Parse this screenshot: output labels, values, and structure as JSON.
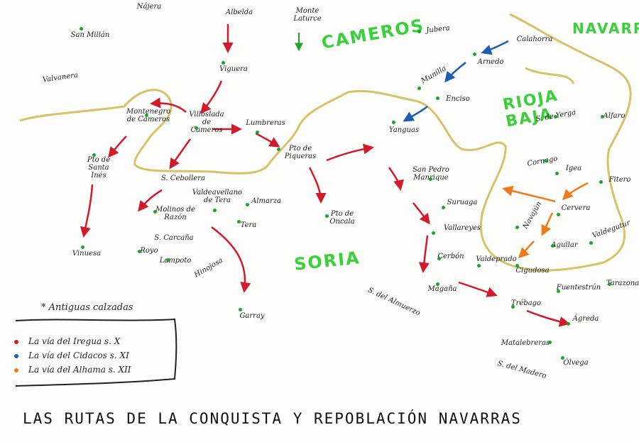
{
  "title": "LAS RUTAS DE LA CONQUISTA Y REPOBLACIÓN NAVARRAS",
  "regions": {
    "cameros": "CAMEROS",
    "navarra": "NAVARRA",
    "rioja_baja": "RIOJA BAJA",
    "soria": "SORIA"
  },
  "places": [
    "Nájera",
    "Albelda",
    "Monte Laturce",
    "San Millán",
    "Valvanera",
    "Viguera",
    "Jubera",
    "Calahorra",
    "Arnedo",
    "Munilla",
    "Enciso",
    "Montenegro de Cameros",
    "Villoslada de Cameros",
    "Lumbreras",
    "Yanguas",
    "Pto de Santa Inés",
    "S. Cebollera",
    "Pto de Piqueras",
    "San Pedro Manrique",
    "Valdeavellano de Tera",
    "Almarza",
    "Molinos de Razón",
    "Tera",
    "Pto de Oncala",
    "Suruaga",
    "S. Carcaña",
    "Vinuesa",
    "Royo",
    "Lampoto",
    "Hinojosa",
    "Vallareyes",
    "Cerbón",
    "Magaña",
    "S. del Almuerzo",
    "Garray",
    "S. de Yerga",
    "Alfaro",
    "Cornago",
    "Igea",
    "Fitero",
    "Navajún",
    "Cervera",
    "Valdegutur",
    "Aguilar",
    "Valdeprado",
    "Cigudosa",
    "Fuentestrún",
    "Tarazona",
    "Trébago",
    "Ágreda",
    "Matalebreras",
    "Ólvega",
    "S. del Madero"
  ],
  "legend": {
    "title": "* Antiguas calzadas",
    "items": [
      {
        "label": "La vía del Iregua s. X",
        "color": "#d4192a"
      },
      {
        "label": "La vía del Cidacos s. XI",
        "color": "#1a5fb4"
      },
      {
        "label": "La vía del Alhama s. XII",
        "color": "#f07a1a"
      }
    ]
  },
  "colors": {
    "border": "#d9c168",
    "dot": "#1fa32a",
    "region": "#39d13a"
  }
}
